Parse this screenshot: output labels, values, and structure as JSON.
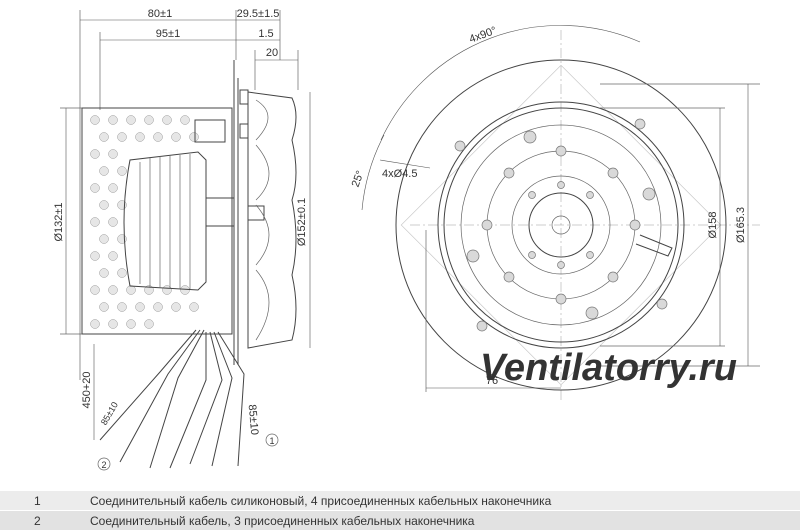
{
  "drawing": {
    "dims": {
      "d80": "80±1",
      "d29_5": "29.5±1.5",
      "d95": "95±1",
      "d1_5": "1.5",
      "d20": "20",
      "d132": "Ø132±1",
      "d152": "Ø152±0.1",
      "d450": "450+20",
      "d85a": "85±10",
      "d85b": "85±10",
      "angle90": "4x90°",
      "angle25": "25°",
      "holes": "4xØ4.5",
      "d158": "Ø158",
      "d165": "Ø165.3",
      "d76": "76"
    },
    "callouts": {
      "c1": "1",
      "c2": "2"
    },
    "watermark": "Ventilatorry.ru"
  },
  "legend": [
    {
      "num": "1",
      "text": "Соединительный кабель силиконовый, 4 присоединенных кабельных наконечника"
    },
    {
      "num": "2",
      "text": "Соединительный кабель, 3 присоединенных кабельных наконечника"
    }
  ]
}
